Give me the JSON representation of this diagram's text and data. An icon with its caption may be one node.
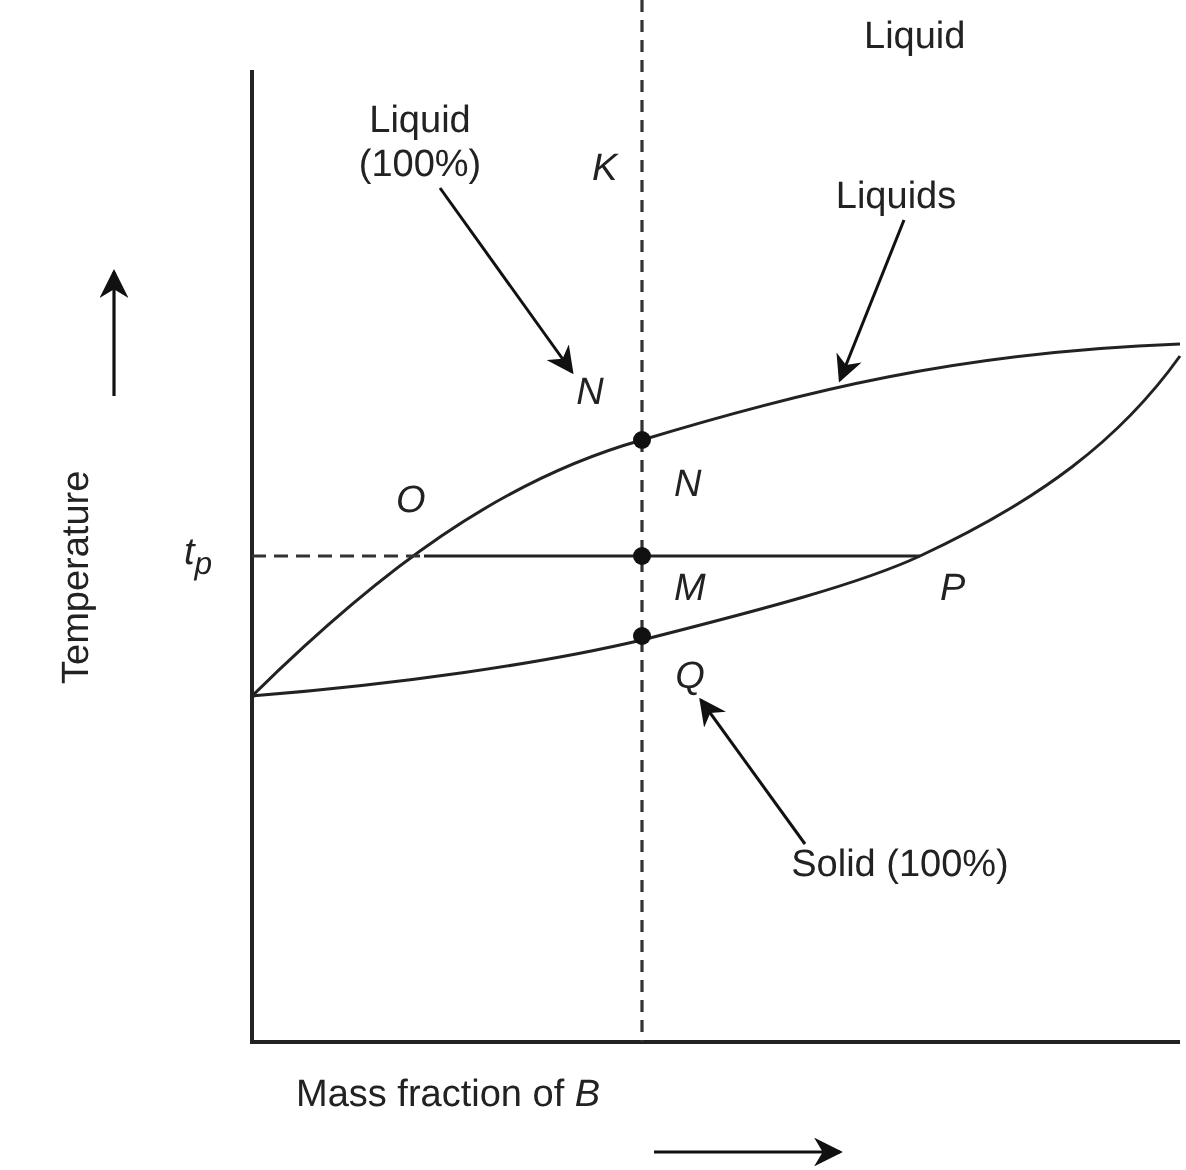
{
  "diagram": {
    "nodes": [
      {
        "text": [
          "Liquid (100%)"
        ]
      },
      {
        "text": [
          "Liquids"
        ]
      },
      {
        "text": [
          "Solid (100%)"
        ]
      },
      {
        "text": [
          "N"
        ]
      },
      {
        "text": [
          "Q"
        ]
      }
    ],
    "edges": [
      {
        "from": 0,
        "to": 3,
        "arrow": "to"
      },
      {
        "from": 1,
        "to": null,
        "arrow": "to"
      },
      {
        "from": 2,
        "to": 4,
        "arrow": "to"
      }
    ],
    "labels": [
      "Liquid",
      "K",
      "N",
      "O",
      "t$_{p}$",
      "M",
      "P",
      "Temperature",
      "Mass fraction of *B*"
    ]
  }
}
